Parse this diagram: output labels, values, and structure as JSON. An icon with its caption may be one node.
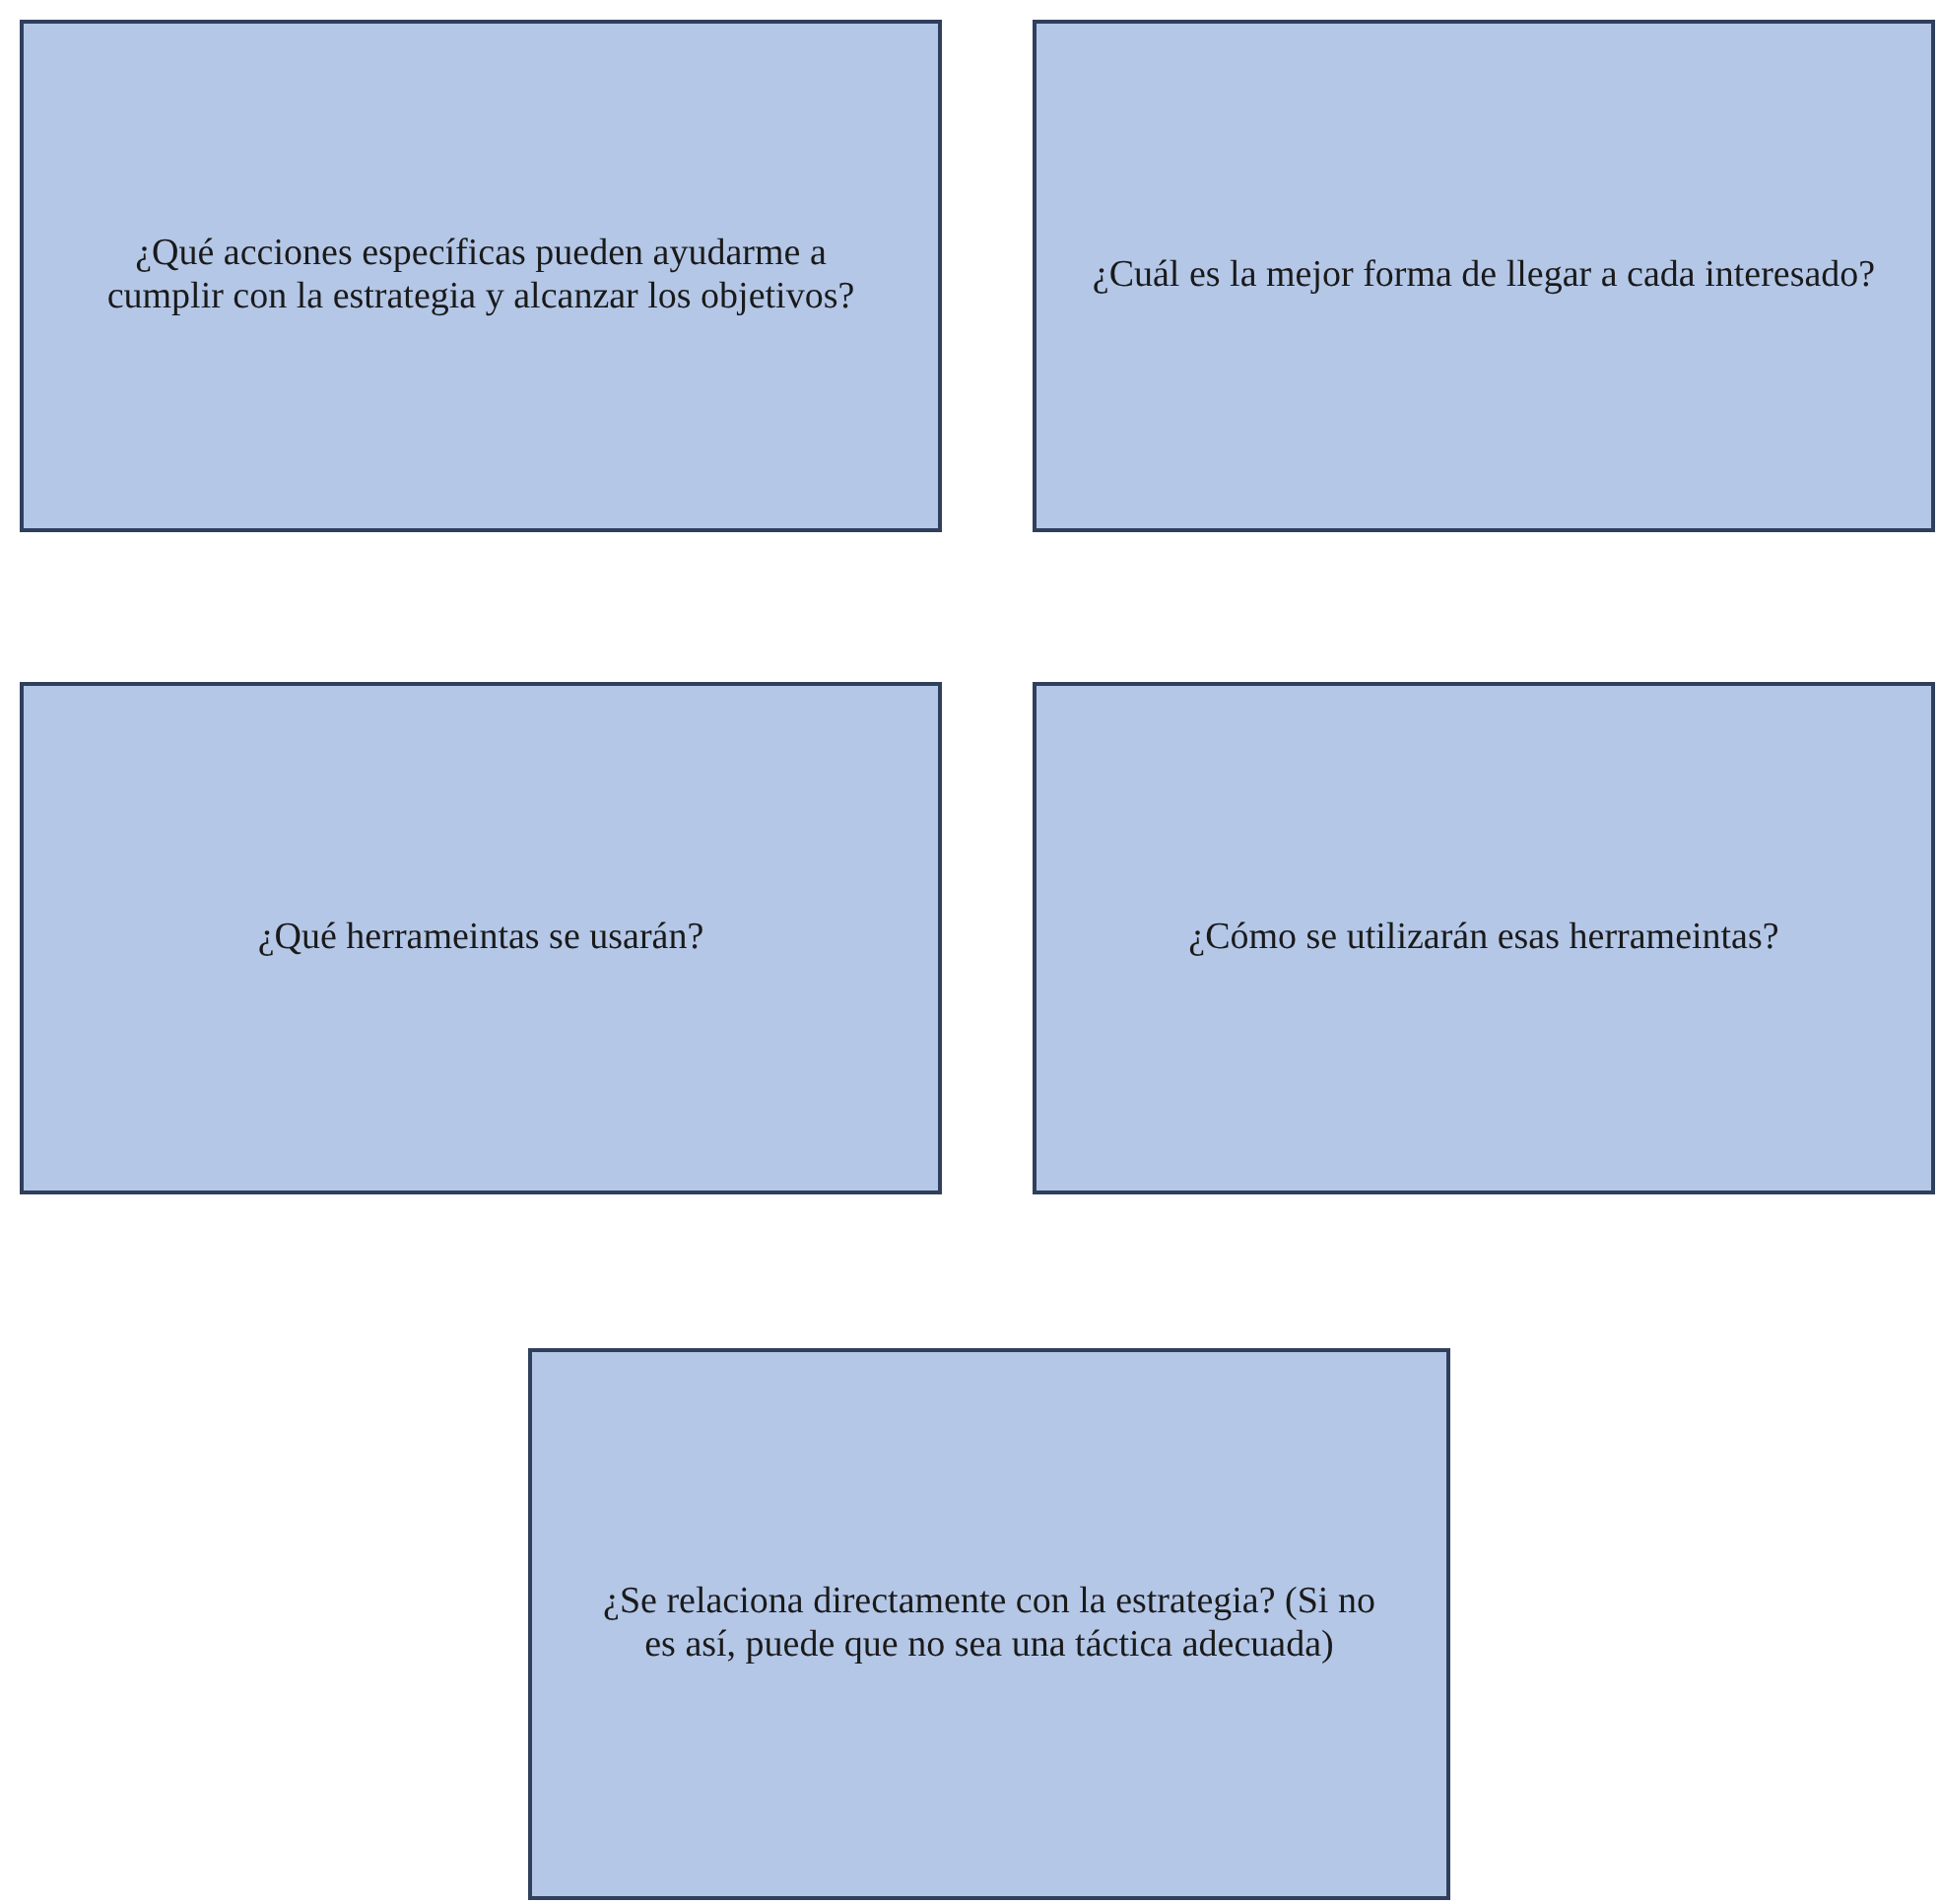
{
  "diagram": {
    "nodes": [
      {
        "text": [
          "¿Qué acciones específicas pueden ayudarme a cumplir con la estrategia y alcanzar los objetivos?"
        ]
      },
      {
        "text": [
          "¿Cuál es la mejor forma de llegar a cada interesado?"
        ]
      },
      {
        "text": [
          "¿Qué herrameintas se usarán?"
        ]
      },
      {
        "text": [
          "¿Cómo se utilizarán esas herrameintas?"
        ]
      },
      {
        "text": [
          "¿Se relaciona directamente con la estrategia? (Si no es así, puede que no sea una táctica adecuada)"
        ]
      }
    ]
  }
}
